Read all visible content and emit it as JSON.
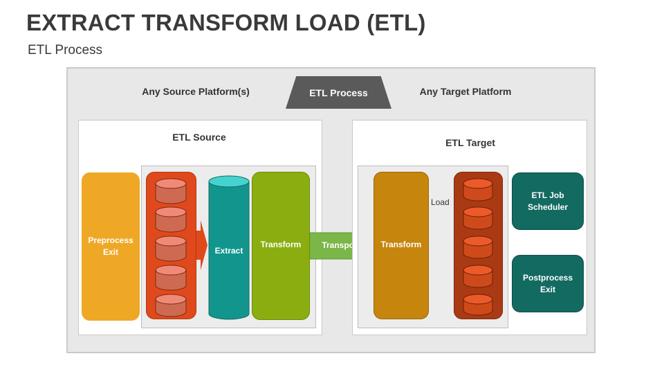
{
  "title": "EXTRACT TRANSFORM LOAD (ETL)",
  "subtitle": "ETL Process",
  "header": {
    "source_platform": "Any Source Platform(s)",
    "etl_process": "ETL Process",
    "target_platform": "Any Target Platform"
  },
  "source": {
    "title": "ETL Source",
    "preprocess": "Preprocess\nExit",
    "extract": "Extract",
    "transform": "Transform"
  },
  "transport": "Transport",
  "target": {
    "title": "ETL Target",
    "transform": "Transform",
    "load": "Load",
    "job_scheduler": "ETL Job\nScheduler",
    "postprocess": "Postprocess\nExit"
  },
  "colors": {
    "preprocess": "#efa826",
    "source_db_stack": "#e0491b",
    "extract": "#12958c",
    "source_transform": "#8aae10",
    "target_transform": "#c6850d",
    "target_db_stack": "#a93a14",
    "teal_boxes": "#136a61"
  }
}
